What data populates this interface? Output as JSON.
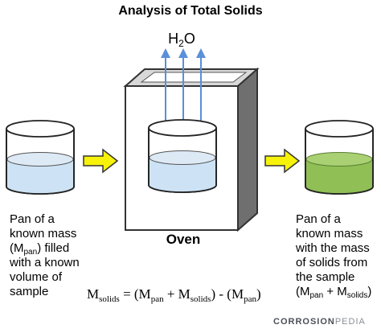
{
  "title": "Analysis of Total Solids",
  "steam": {
    "main": "H",
    "sub": "2",
    "tail": "O"
  },
  "oven": {
    "label": "Oven"
  },
  "left_caption": {
    "line1": "Pan of a",
    "line2": "known mass",
    "line3_pre": "(M",
    "line3_sub": "pan",
    "line3_post": ") filled",
    "line4": "with a known",
    "line5": "volume of",
    "line6": "sample"
  },
  "right_caption": {
    "line1": "Pan of a",
    "line2": "known mass",
    "line3": "with the mass",
    "line4": "of solids from",
    "line5": "the sample",
    "line6_a": "(M",
    "line6_a_sub": "pan",
    "line6_b": " + M",
    "line6_b_sub": "solids",
    "line6_c": ")"
  },
  "formula": {
    "lhs": "M",
    "lhs_sub": "solids",
    "eq": " = (M",
    "t1_sub": "pan",
    "plus": " + M",
    "t2_sub": "solids",
    "minus": ") - (M",
    "t3_sub": "pan",
    "close": ")"
  },
  "brand": {
    "bold": "CORROSION",
    "light": "PEDIA"
  },
  "colors": {
    "sample_liquid": "#cde3f5",
    "dried_solids": "#8fbf55",
    "arrow_fill": "#f7f20a",
    "steam_arrow": "#5b8fd9",
    "oven_front": "#ffffff",
    "oven_side": "#6f6f6f",
    "oven_top": "#d8d8d8"
  }
}
